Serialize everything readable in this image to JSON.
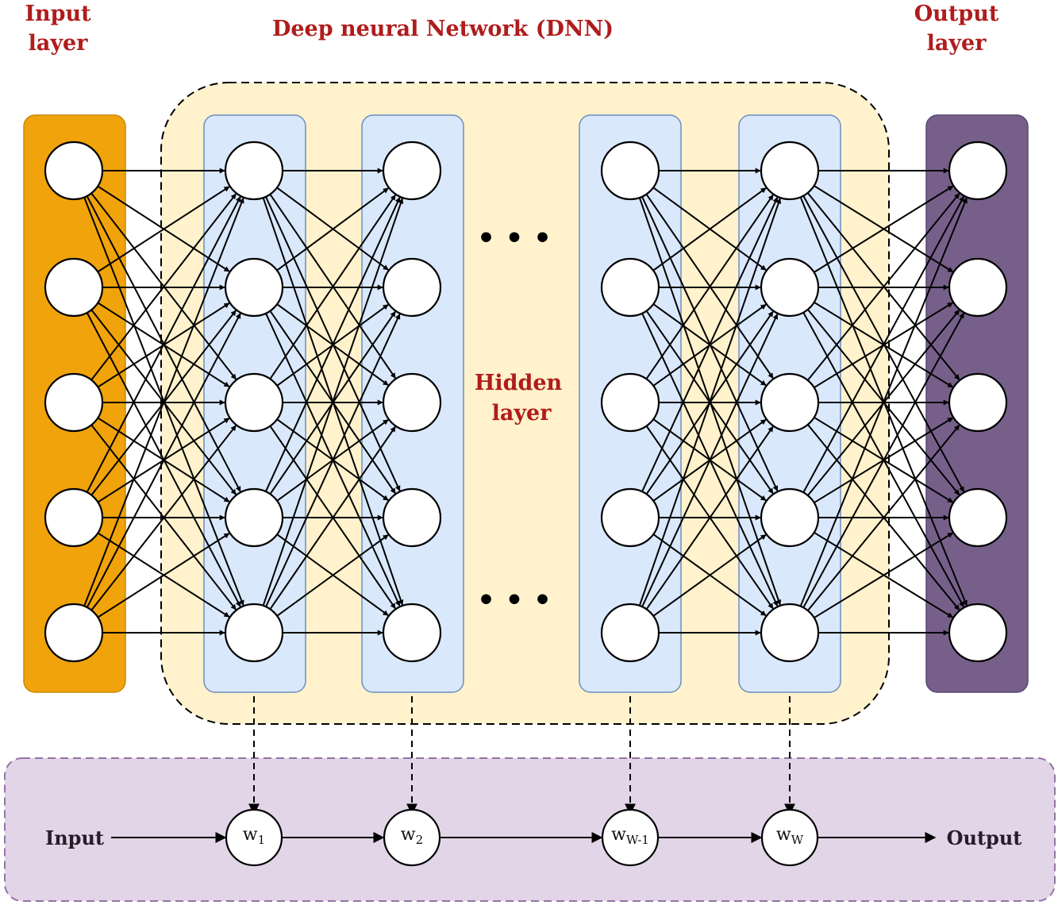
{
  "title": "Deep neural Network (DNN)",
  "input_layer_label": [
    "Input",
    "layer"
  ],
  "output_layer_label": [
    "Output",
    "layer"
  ],
  "hidden_layer_label": [
    "Hidden",
    "layer"
  ],
  "columns": [
    {
      "role": "input",
      "nodes": 5
    },
    {
      "role": "hidden",
      "nodes": 5
    },
    {
      "role": "hidden",
      "nodes": 5
    },
    {
      "role": "hidden",
      "nodes": 5
    },
    {
      "role": "hidden",
      "nodes": 5
    },
    {
      "role": "output",
      "nodes": 5
    }
  ],
  "ellipsis": "• • •",
  "chain": {
    "input_label": "Input",
    "output_label": "Output",
    "weights": [
      {
        "base": "w",
        "sub": "1"
      },
      {
        "base": "w",
        "sub": "2"
      },
      {
        "base": "w",
        "sub": "W-1"
      },
      {
        "base": "w",
        "sub": "W"
      }
    ]
  },
  "colors": {
    "input_layer": "#f0a30a",
    "output_layer": "#76608a",
    "hidden_layer": "#dae8fc",
    "hidden_border": "#6c8ebf",
    "dnn_region": "#fff2cc",
    "chain_region": "#e1d5e7",
    "chain_border": "#9673a6",
    "label_red": "#b01c1c"
  }
}
